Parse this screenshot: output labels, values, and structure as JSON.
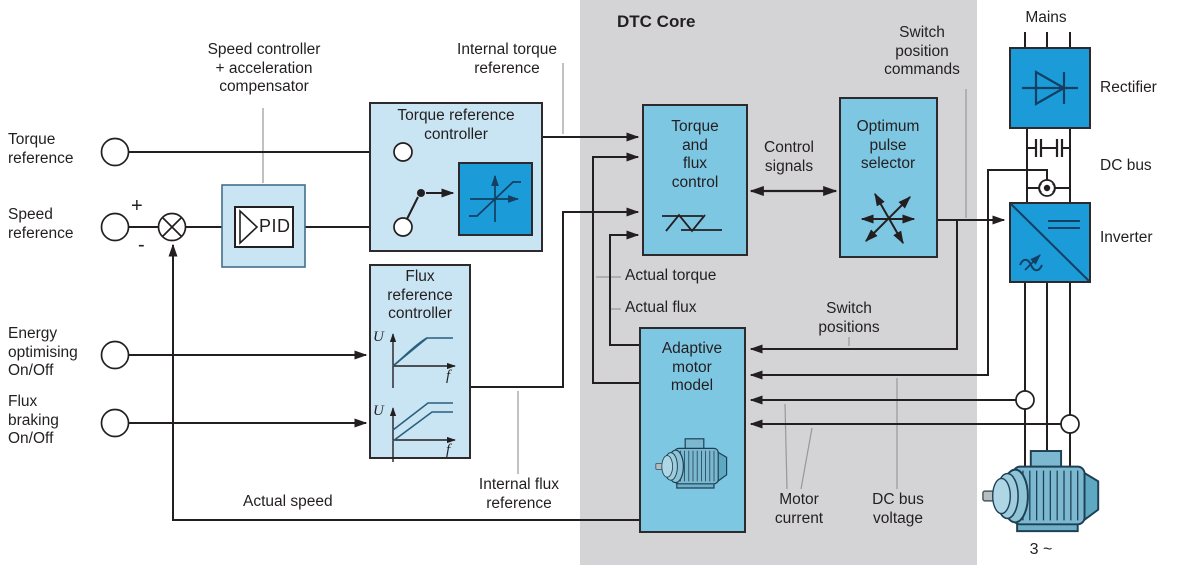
{
  "diagram_title": "DTC Core",
  "labels": {
    "torque_reference": "Torque\nreference",
    "speed_reference": "Speed\nreference",
    "energy_optimising": "Energy\noptimising\nOn/Off",
    "flux_braking": "Flux\nbraking\nOn/Off",
    "speed_controller": "Speed controller\n+ acceleration\ncompensator",
    "internal_torque_reference": "Internal torque\nreference",
    "dtc_core": "DTC Core",
    "switch_position_commands": "Switch\nposition\ncommands",
    "control_signals": "Control\nsignals",
    "actual_torque": "Actual torque",
    "actual_flux": "Actual flux",
    "switch_positions": "Switch\npositions",
    "motor_current": "Motor\ncurrent",
    "dc_bus_voltage": "DC bus\nvoltage",
    "actual_speed": "Actual speed",
    "internal_flux_reference": "Internal flux\nreference",
    "mains": "Mains",
    "rectifier": "Rectifier",
    "dc_bus": "DC bus",
    "inverter": "Inverter",
    "three_phase": "3 ~",
    "plus": "+",
    "minus": "-"
  },
  "blocks": {
    "torque_ref_controller": "Torque reference\ncontroller",
    "flux_ref_controller": "Flux\nreference\ncontroller",
    "pid": "PID",
    "torque_flux_control": "Torque\nand\nflux\ncontrol",
    "optimum_pulse_selector": "Optimum\npulse\nselector",
    "adaptive_motor_model": "Adaptive\nmotor\nmodel"
  },
  "axes": {
    "u": "U",
    "f": "f"
  },
  "icons": [
    "motor-icon",
    "diode-rectifier-icon",
    "inverter-icon",
    "pid-icon",
    "sum-junction-icon",
    "limiter-ramp-icon",
    "hysteresis-icon",
    "vector-arrows-icon",
    "uf-curve-icon",
    "capacitor-icon",
    "voltage-sensor-icon",
    "current-sensor-icon"
  ],
  "colors": {
    "panel_gray": "#d4d4d6",
    "light_blue": "#c9e5f3",
    "core_blue": "#7ec7e2",
    "bright_blue": "#1b9bd7",
    "symbol_navy": "#123f63",
    "line_black": "#231f20",
    "pointer_gray": "#98989a"
  }
}
